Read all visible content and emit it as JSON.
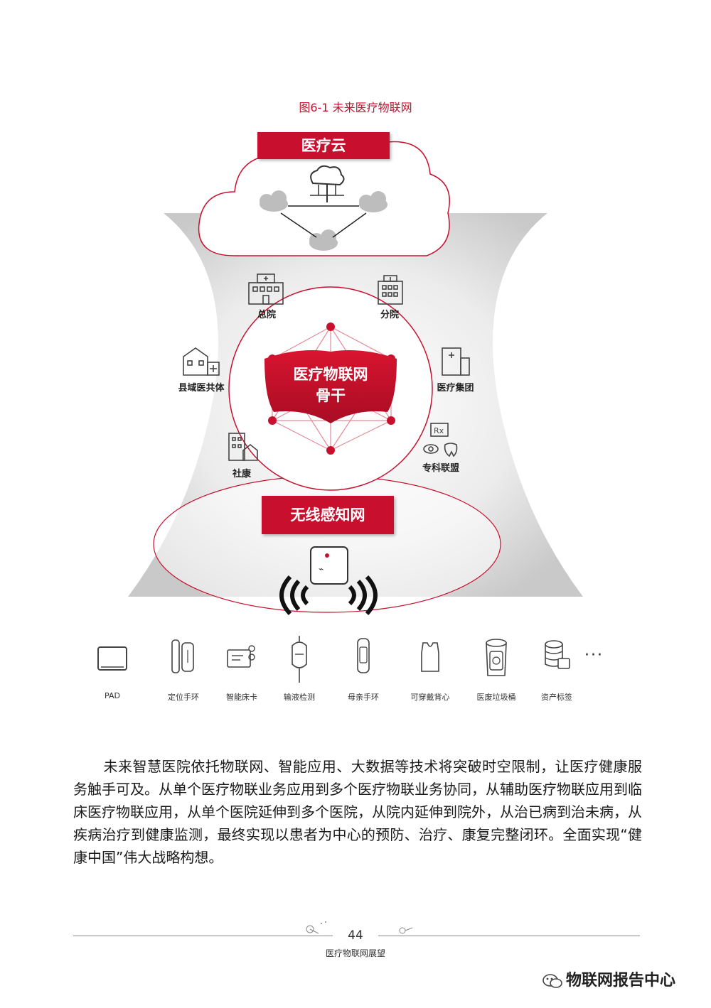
{
  "figure": {
    "title": "图6-1 未来医疗物联网",
    "cloud_label": "医疗云",
    "core_label_line1": "医疗物联网",
    "core_label_line2": "骨干",
    "wireless_label": "无线感知网",
    "nodes": [
      {
        "label": "总院",
        "icon": "hospital-icon"
      },
      {
        "label": "分院",
        "icon": "branch-hospital-icon"
      },
      {
        "label": "县域医共体",
        "icon": "county-medical-community-icon"
      },
      {
        "label": "医疗集团",
        "icon": "medical-group-icon"
      },
      {
        "label": "社康",
        "icon": "community-health-icon"
      },
      {
        "label": "专科联盟",
        "icon": "specialty-alliance-icon"
      }
    ],
    "devices": [
      {
        "label": "PAD",
        "icon": "tablet-icon"
      },
      {
        "label": "定位手环",
        "icon": "locator-band-icon"
      },
      {
        "label": "智能床卡",
        "icon": "bed-card-icon"
      },
      {
        "label": "输液检测",
        "icon": "infusion-icon"
      },
      {
        "label": "母亲手环",
        "icon": "mother-band-icon"
      },
      {
        "label": "可穿戴背心",
        "icon": "vest-icon"
      },
      {
        "label": "医废垃圾桶",
        "icon": "waste-bin-icon"
      },
      {
        "label": "资产标签",
        "icon": "asset-tag-icon"
      }
    ],
    "more": "···"
  },
  "body_text": "未来智慧医院依托物联网、智能应用、大数据等技术将突破时空限制，让医疗健康服务触手可及。从单个医疗物联业务应用到多个医疗物联业务协同，从辅助医疗物联应用到临床医疗物联应用，从单个医院延伸到多个医院，从院内延伸到院外，从治已病到治未病，从疾病治疗到健康监测，最终实现以患者为中心的预防、治疗、康复完整闭环。全面实现“健康中国”伟大战略构想。",
  "footer": {
    "page_number": "44",
    "title": "医疗物联网展望"
  },
  "watermark": "物联网报告中心",
  "colors": {
    "accent": "#c8102e",
    "text": "#222222"
  }
}
